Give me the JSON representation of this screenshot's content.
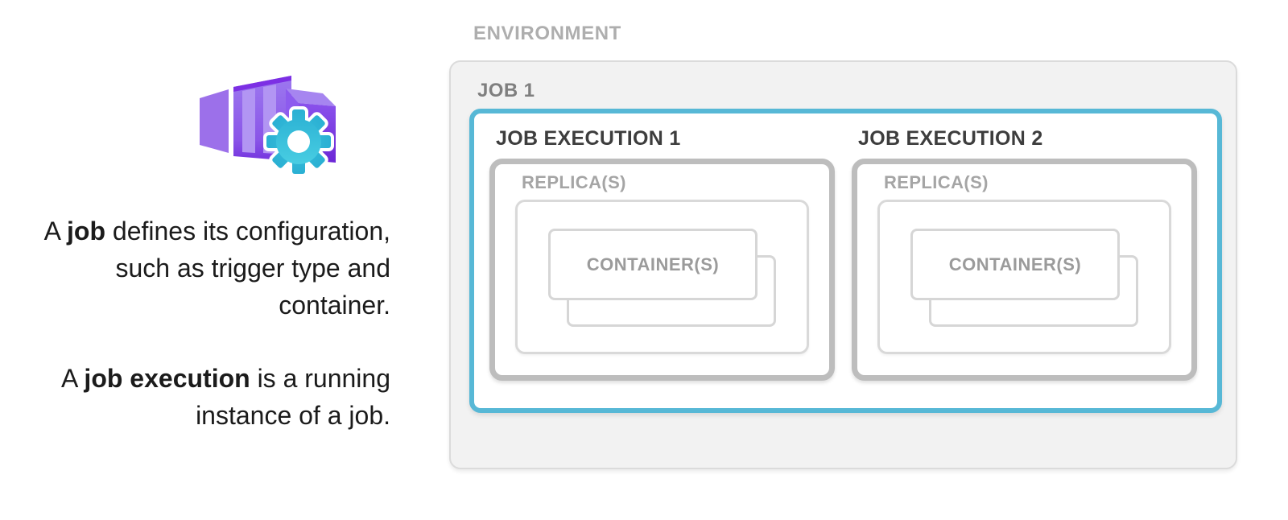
{
  "left_panel": {
    "icon": "container-apps-job-icon",
    "paragraph1": [
      {
        "text": "A ",
        "bold": false
      },
      {
        "text": "job",
        "bold": true
      },
      {
        "text": " defines its configuration, such as trigger type and container.",
        "bold": false
      }
    ],
    "paragraph2": [
      {
        "text": "A ",
        "bold": false
      },
      {
        "text": "job execution",
        "bold": true
      },
      {
        "text": " is a running instance of a job.",
        "bold": false
      }
    ]
  },
  "diagram": {
    "environment_label": "ENVIRONMENT",
    "job_label": "JOB 1",
    "executions": [
      {
        "label": "JOB EXECUTION 1",
        "replica_label": "REPLICA(S)",
        "container_label": "CONTAINER(S)"
      },
      {
        "label": "JOB EXECUTION 2",
        "replica_label": "REPLICA(S)",
        "container_label": "CONTAINER(S)"
      }
    ]
  },
  "colors": {
    "job_border_blue": "#57b8d6",
    "execution_border_gray": "#bdbdbd",
    "environment_fill": "#f2f2f2",
    "light_outline_gray": "#d9d9d9",
    "label_gray": "#a5a5a5",
    "dark_label_gray": "#3d3d3d",
    "icon_purple": "#8352e6",
    "icon_gear_teal": "#35c0dd",
    "text_black": "#1b1b1b"
  }
}
